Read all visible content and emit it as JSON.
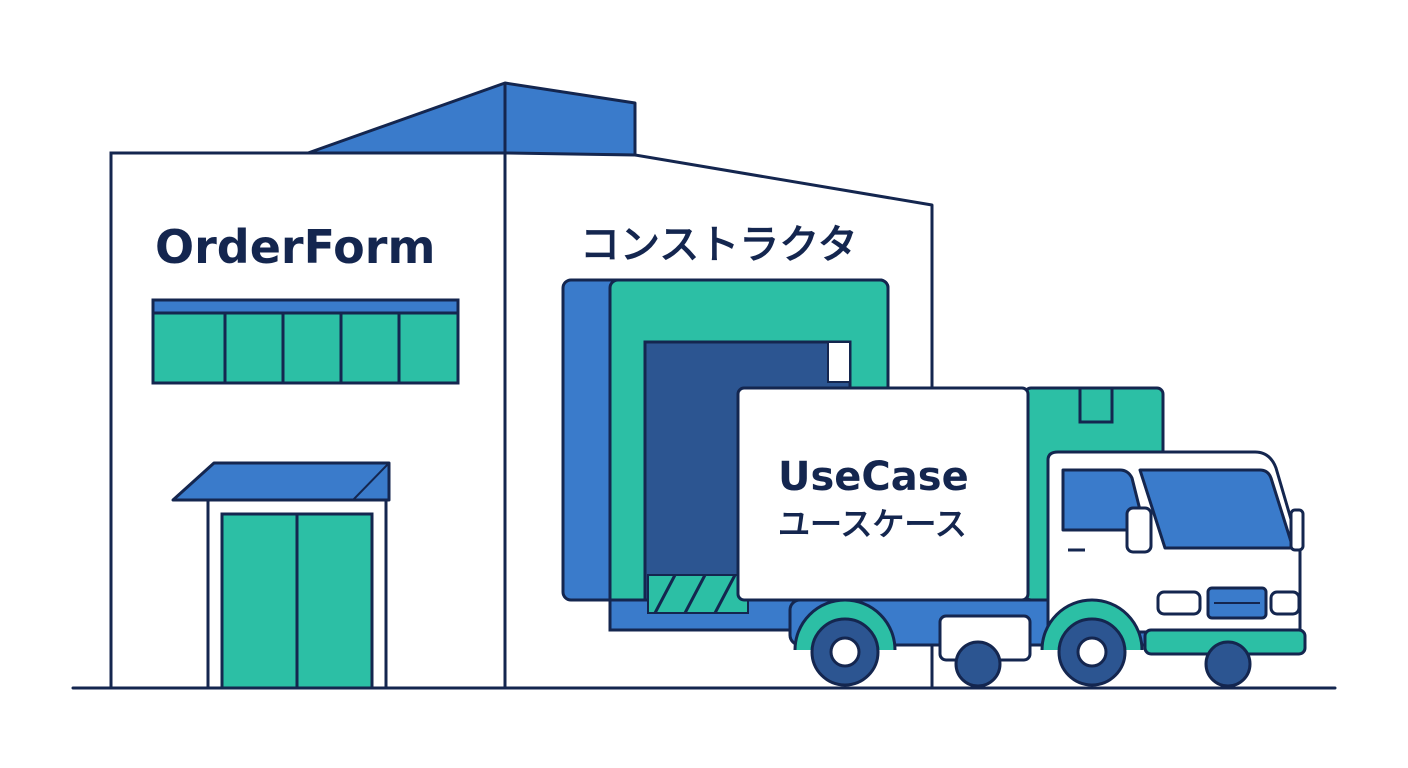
{
  "labels": {
    "building": "OrderForm",
    "dock": "コンストラクタ",
    "truck_en": "UseCase",
    "truck_ja": "ユースケース"
  },
  "colors": {
    "outline": "#14264f",
    "blue": "#3a7bcb",
    "dark_blue": "#2c5591",
    "teal": "#2cbfa5",
    "white": "#ffffff"
  }
}
